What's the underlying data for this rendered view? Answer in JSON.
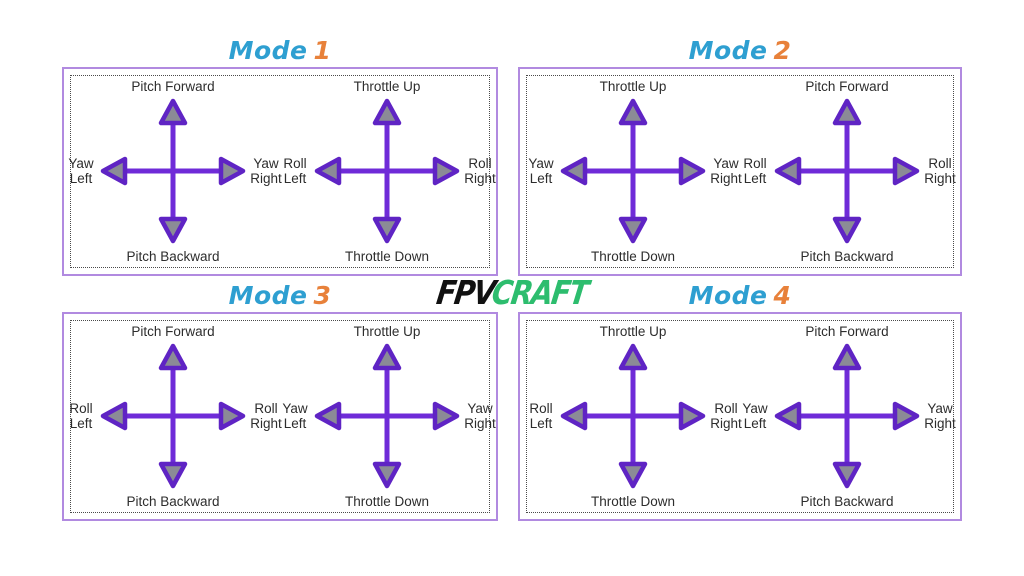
{
  "logo": {
    "part1": "FPV",
    "part2": "CRAFT"
  },
  "colors": {
    "panel_border": "#b18ae0",
    "title_word": "#2e9fd1",
    "title_number": "#e8813a",
    "arrow_shaft": "#6f2bd8",
    "arrow_head_fill": "#8b8b96",
    "arrow_head_stroke": "#5f24c4",
    "logo_fpv": "#111111",
    "logo_craft": "#2dbd6e",
    "label_text": "#2d2d2d"
  },
  "modes": [
    {
      "title_word": "Mode",
      "title_number": "1",
      "sticks": [
        {
          "name": "left-stick",
          "up": "Pitch Forward",
          "down": "Pitch Backward",
          "left": "Yaw Left",
          "right": "Yaw Right"
        },
        {
          "name": "right-stick",
          "up": "Throttle Up",
          "down": "Throttle Down",
          "left": "Roll Left",
          "right": "Roll Right"
        }
      ]
    },
    {
      "title_word": "Mode",
      "title_number": "2",
      "sticks": [
        {
          "name": "left-stick",
          "up": "Throttle Up",
          "down": "Throttle Down",
          "left": "Yaw Left",
          "right": "Yaw Right"
        },
        {
          "name": "right-stick",
          "up": "Pitch Forward",
          "down": "Pitch Backward",
          "left": "Roll Left",
          "right": "Roll Right"
        }
      ]
    },
    {
      "title_word": "Mode",
      "title_number": "3",
      "sticks": [
        {
          "name": "left-stick",
          "up": "Pitch Forward",
          "down": "Pitch Backward",
          "left": "Roll Left",
          "right": "Roll Right"
        },
        {
          "name": "right-stick",
          "up": "Throttle Up",
          "down": "Throttle Down",
          "left": "Yaw Left",
          "right": "Yaw Right"
        }
      ]
    },
    {
      "title_word": "Mode",
      "title_number": "4",
      "sticks": [
        {
          "name": "left-stick",
          "up": "Throttle Up",
          "down": "Throttle Down",
          "left": "Roll Left",
          "right": "Roll Right"
        },
        {
          "name": "right-stick",
          "up": "Pitch Forward",
          "down": "Pitch Backward",
          "left": "Yaw Left",
          "right": "Yaw Right"
        }
      ]
    }
  ]
}
